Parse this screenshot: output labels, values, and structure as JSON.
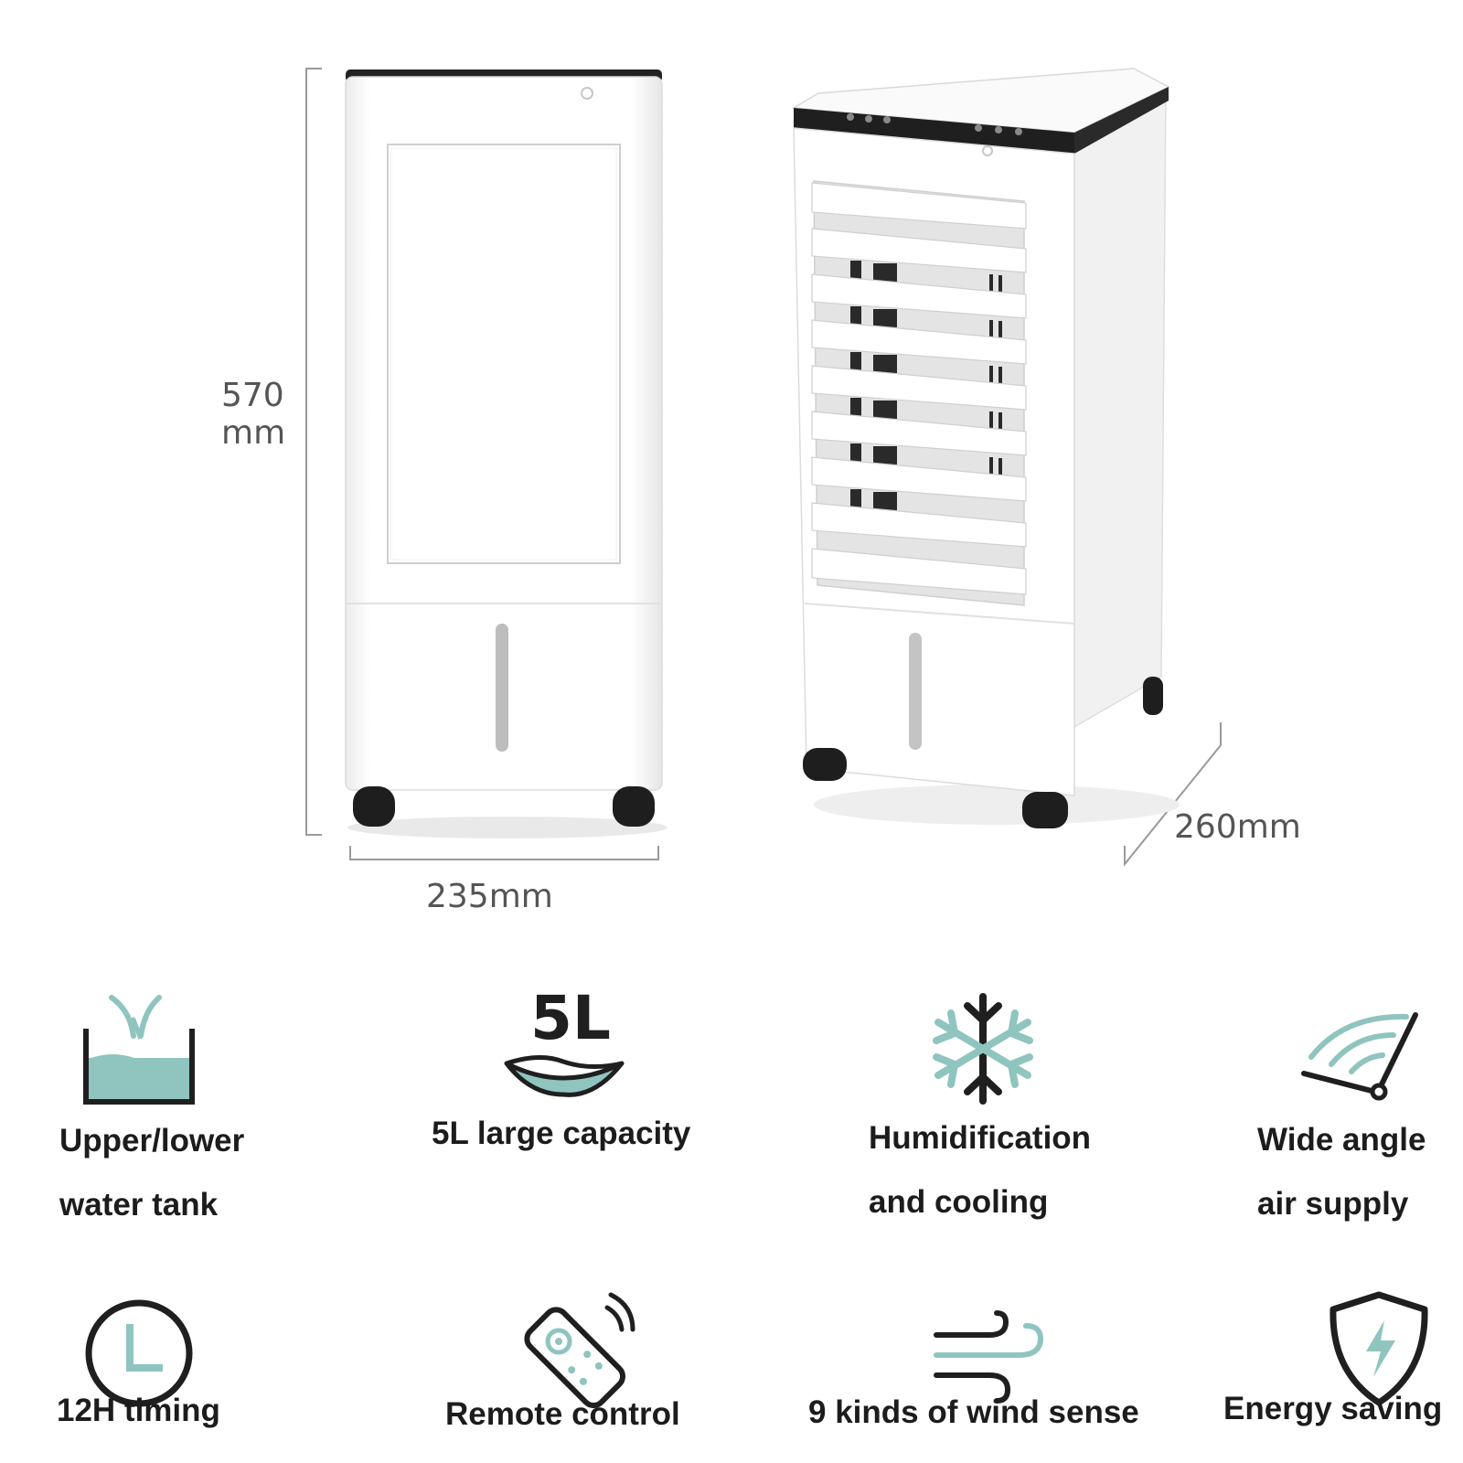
{
  "colors": {
    "accent": "#8fc4bf",
    "ink": "#1f1f1f",
    "dim_text": "#555555",
    "body": "#ffffff",
    "outline": "#d7d7d7"
  },
  "dimensions": {
    "height_value": "570",
    "height_unit": "mm",
    "width": "235mm",
    "depth": "260mm"
  },
  "features": [
    {
      "icon": "water-tank-splash-icon",
      "lines": [
        "Upper/lower",
        "water tank"
      ]
    },
    {
      "icon": "capacity-5l-icon",
      "lines": [
        "5L large capacity"
      ],
      "icon_text": "5L"
    },
    {
      "icon": "snowflake-icon",
      "lines": [
        "Humidification",
        "and cooling"
      ]
    },
    {
      "icon": "wide-angle-airflow-icon",
      "lines": [
        "Wide angle",
        "air supply"
      ]
    },
    {
      "icon": "clock-icon",
      "lines": [
        "12H timing"
      ]
    },
    {
      "icon": "remote-control-icon",
      "lines": [
        "Remote control"
      ]
    },
    {
      "icon": "wind-icon",
      "lines": [
        "9 kinds of wind sense"
      ]
    },
    {
      "icon": "energy-shield-icon",
      "lines": [
        "Energy saving"
      ]
    }
  ]
}
